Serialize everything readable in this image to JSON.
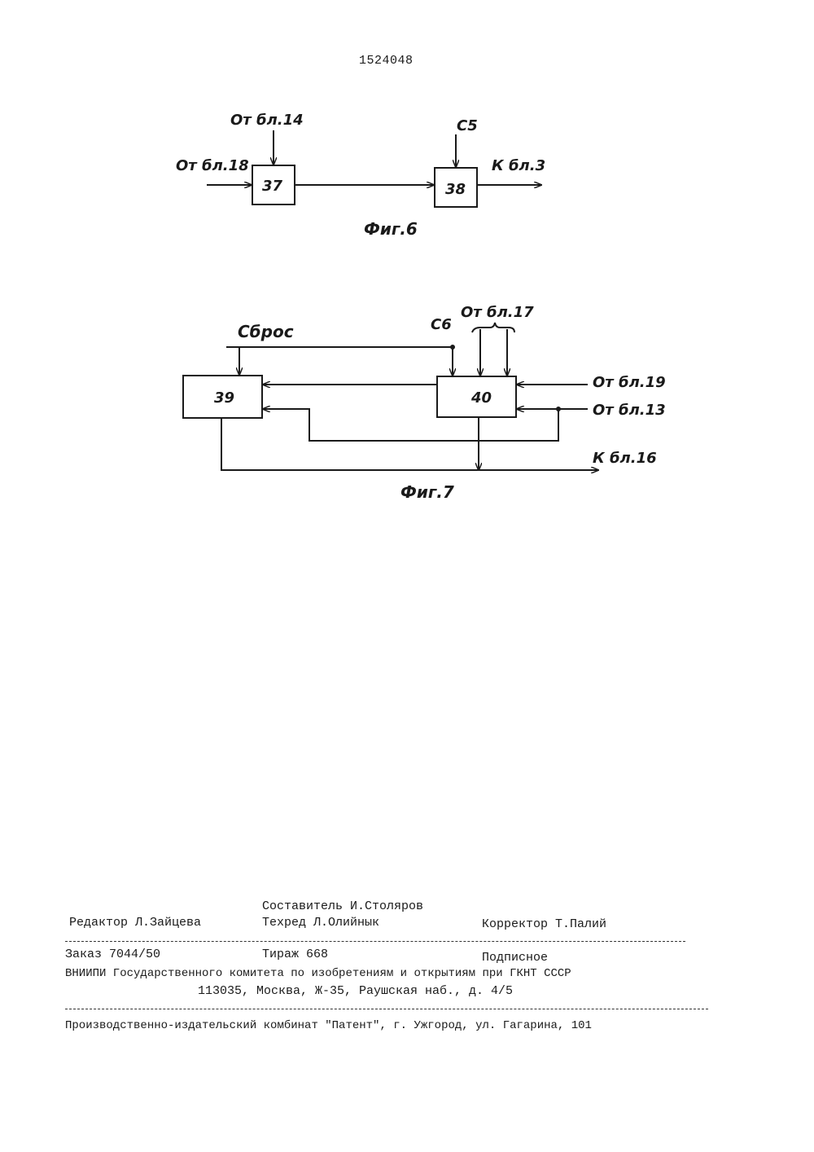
{
  "page": {
    "number": "1524048"
  },
  "fig6": {
    "caption": "Фиг.6",
    "block_37": "37",
    "block_38": "38",
    "from_block_14": "От бл.14",
    "from_block_18": "От бл.18",
    "clock_5": "C5",
    "to_block_3": "К бл.3"
  },
  "fig7": {
    "caption": "Фиг.7",
    "block_39": "39",
    "block_40": "40",
    "reset": "Сброс",
    "clock_6": "C6",
    "from_block_17": "От бл.17",
    "from_block_19": "От бл.19",
    "from_block_13": "От бл.13",
    "to_block_16": "К бл.16"
  },
  "imprint": {
    "compiler": "Составитель И.Столяров",
    "editor": "Редактор Л.Зайцева",
    "tech_editor": "Техред Л.Олийнык",
    "corrector": "Корректор Т.Палий",
    "order": "Заказ 7044/50",
    "circulation": "Тираж 668",
    "subscription": "Подписное",
    "institute": "ВНИИПИ Государственного комитета по изобретениям и открытиям при ГКНТ СССР",
    "address": "113035, Москва, Ж-35, Раушская наб., д. 4/5",
    "publisher": "Производственно-издательский комбинат \"Патент\", г. Ужгород, ул. Гагарина, 101"
  }
}
